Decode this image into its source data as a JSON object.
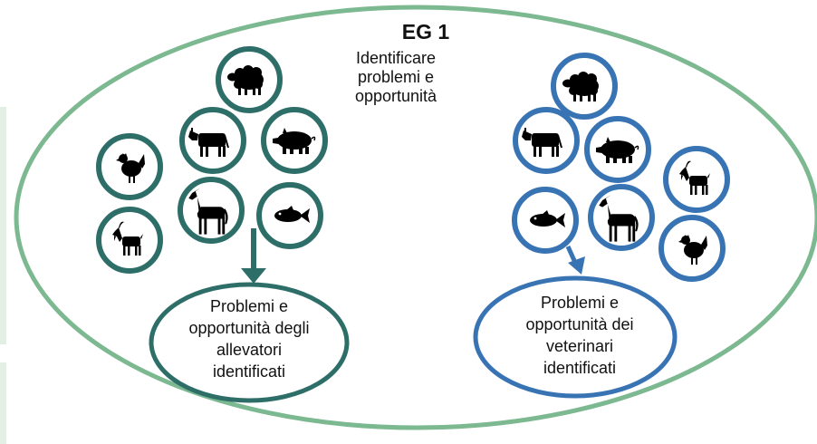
{
  "title": "EG 1",
  "subtitle": [
    "Identificare",
    "problemi e",
    "opportunità"
  ],
  "left_group": {
    "color": "#2e6e68",
    "animals": [
      "sheep-icon",
      "cow-icon",
      "pig-icon",
      "chicken-icon",
      "horse-icon",
      "fish-icon",
      "goat-icon"
    ],
    "result_lines": [
      "Problemi e",
      "opportunità degli",
      "allevatori",
      "identificati"
    ]
  },
  "right_group": {
    "color": "#3874b4",
    "animals": [
      "sheep-icon",
      "cow-icon",
      "pig-icon",
      "goat-icon",
      "fish-icon",
      "horse-icon",
      "chicken-icon"
    ],
    "result_lines": [
      "Problemi e",
      "opportunità dei",
      "veterinari",
      "identificati"
    ]
  },
  "outer_color": "#7cb890"
}
